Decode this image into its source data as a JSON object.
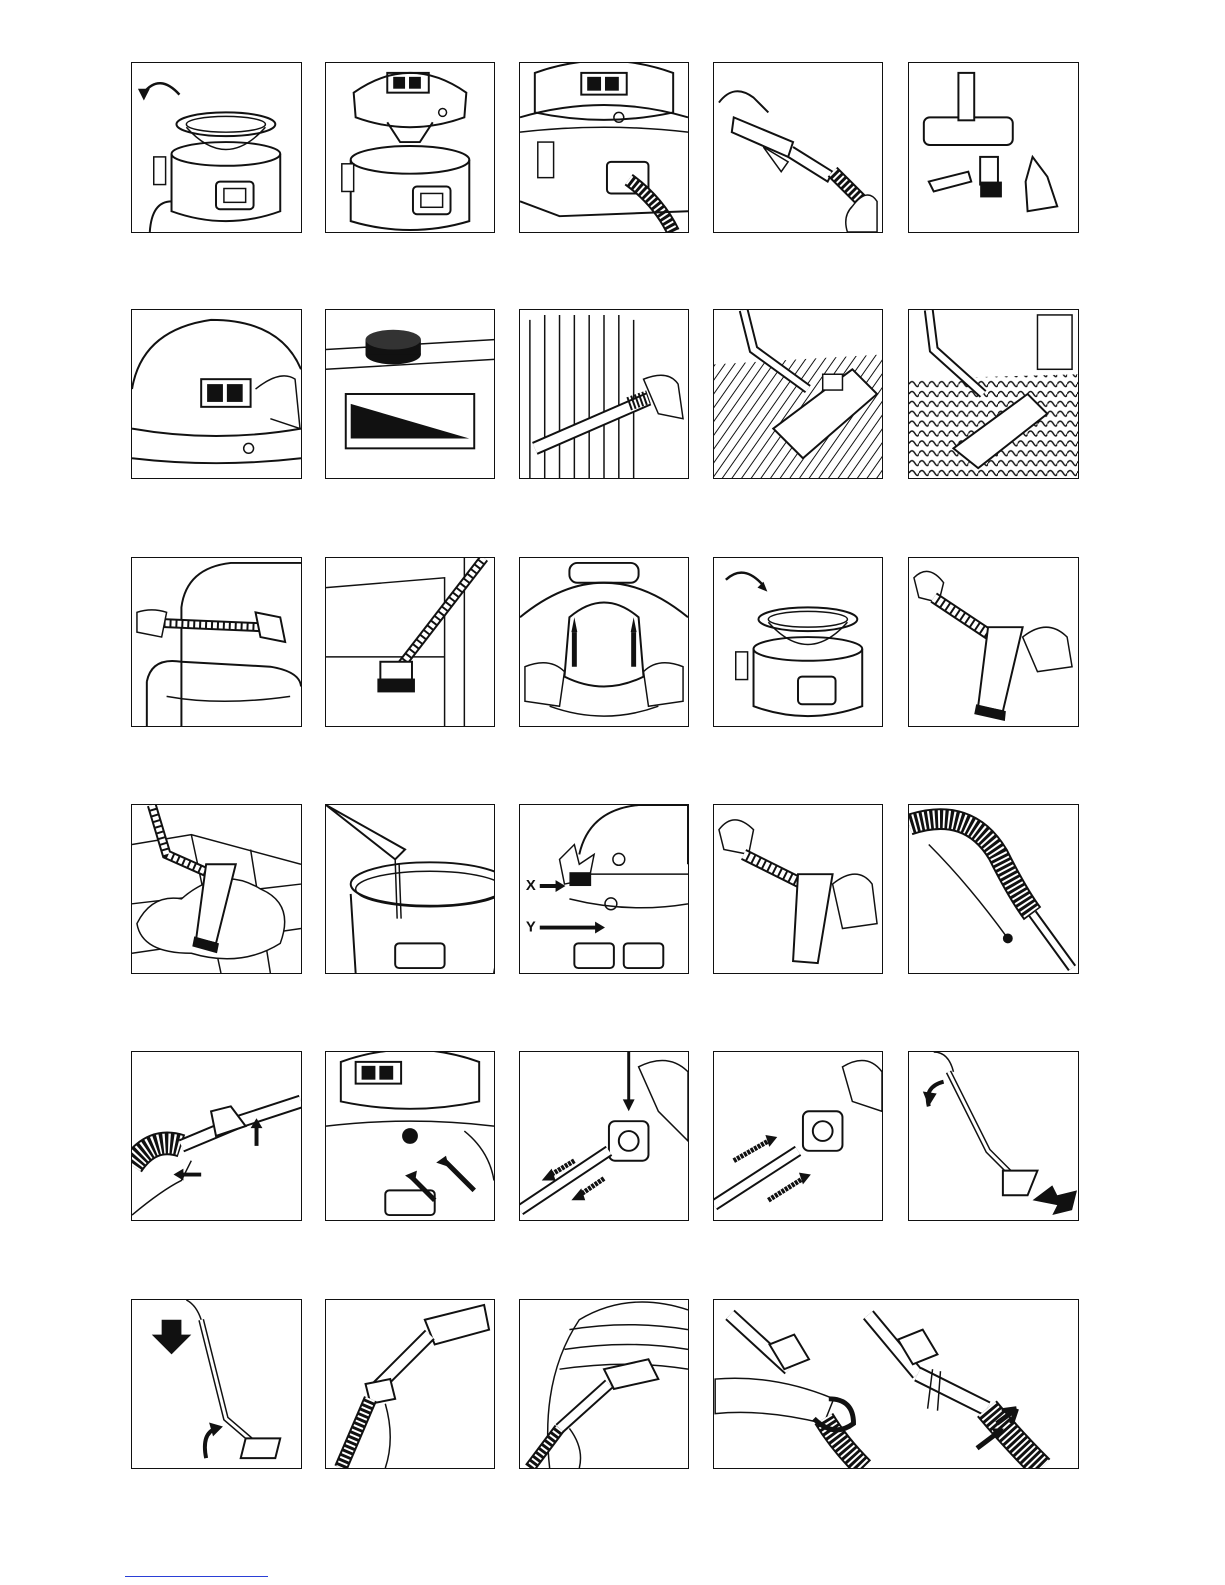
{
  "figures": [
    {
      "id": 1,
      "icon": "filter-cage-remove-icon"
    },
    {
      "id": 2,
      "icon": "motor-head-lift-icon"
    },
    {
      "id": 3,
      "icon": "hose-connect-icon"
    },
    {
      "id": 4,
      "icon": "handle-tube-connect-icon"
    },
    {
      "id": 5,
      "icon": "accessory-nozzles-icon"
    },
    {
      "id": 6,
      "icon": "power-switch-icon"
    },
    {
      "id": 7,
      "icon": "power-control-knob-icon"
    },
    {
      "id": 8,
      "icon": "radiator-cleaning-icon"
    },
    {
      "id": 9,
      "icon": "hard-floor-nozzle-icon"
    },
    {
      "id": 10,
      "icon": "carpet-nozzle-icon"
    },
    {
      "id": 11,
      "icon": "upholstery-cleaning-icon"
    },
    {
      "id": 12,
      "icon": "shelf-brush-icon"
    },
    {
      "id": 13,
      "icon": "dust-bag-remove-icon"
    },
    {
      "id": 14,
      "icon": "filter-cage-refit-icon"
    },
    {
      "id": 15,
      "icon": "squeegee-nozzle-icon"
    },
    {
      "id": 16,
      "icon": "wet-floor-pickup-icon"
    },
    {
      "id": 17,
      "icon": "fill-tank-icon"
    },
    {
      "id": 18,
      "icon": "pump-coupling-icon",
      "labels": {
        "x": "X",
        "y": "Y"
      }
    },
    {
      "id": 19,
      "icon": "spray-nozzle-icon"
    },
    {
      "id": 20,
      "icon": "spray-hose-icon"
    },
    {
      "id": 21,
      "icon": "clip-spray-tube-icon"
    },
    {
      "id": 22,
      "icon": "quick-coupling-attach-icon"
    },
    {
      "id": 23,
      "icon": "coupling-release-icon"
    },
    {
      "id": 24,
      "icon": "coupling-insert-icon"
    },
    {
      "id": 25,
      "icon": "push-forward-spray-icon"
    },
    {
      "id": 26,
      "icon": "pull-back-extract-icon"
    },
    {
      "id": 27,
      "icon": "upholstery-spray-tool-icon"
    },
    {
      "id": 28,
      "icon": "seat-cleaning-icon"
    },
    {
      "id": 29,
      "icon": "disconnect-handle-icon"
    }
  ]
}
